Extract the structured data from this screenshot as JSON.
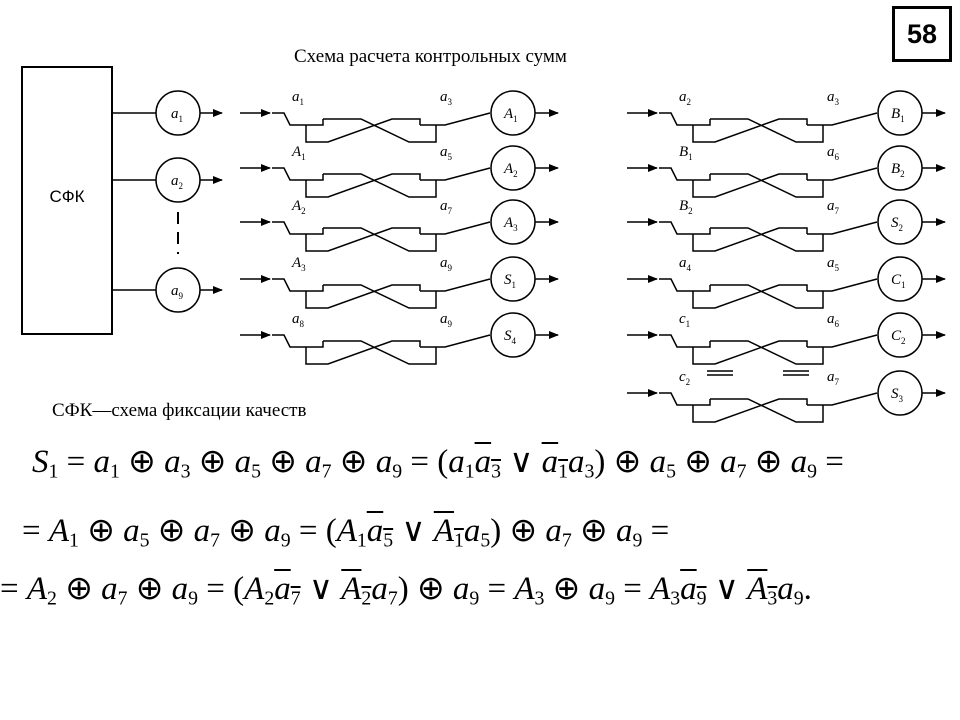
{
  "page_number": "58",
  "title": "Схема расчета контрольных сумм",
  "sfk_label": "СФК",
  "legend": "СФК—схема фиксации качеств",
  "sfk_inputs": [
    {
      "base": "a",
      "sub": "1"
    },
    {
      "base": "a",
      "sub": "2"
    },
    {
      "base": "a",
      "sub": "9"
    }
  ],
  "left_cells": [
    {
      "in": {
        "base": "a",
        "sub": "1"
      },
      "ctrl": {
        "base": "a",
        "sub": "3"
      },
      "out": {
        "base": "A",
        "sub": "1"
      }
    },
    {
      "in": {
        "base": "A",
        "sub": "1"
      },
      "ctrl": {
        "base": "a",
        "sub": "5"
      },
      "out": {
        "base": "A",
        "sub": "2"
      }
    },
    {
      "in": {
        "base": "A",
        "sub": "2"
      },
      "ctrl": {
        "base": "a",
        "sub": "7"
      },
      "out": {
        "base": "A",
        "sub": "3"
      }
    },
    {
      "in": {
        "base": "A",
        "sub": "3"
      },
      "ctrl": {
        "base": "a",
        "sub": "9"
      },
      "out": {
        "base": "S",
        "sub": "1"
      }
    },
    {
      "in": {
        "base": "a",
        "sub": "8"
      },
      "ctrl": {
        "base": "a",
        "sub": "9"
      },
      "out": {
        "base": "S",
        "sub": "4"
      }
    }
  ],
  "right_cells": [
    {
      "in": {
        "base": "a",
        "sub": "2"
      },
      "ctrl": {
        "base": "a",
        "sub": "3"
      },
      "out": {
        "base": "B",
        "sub": "1"
      }
    },
    {
      "in": {
        "base": "B",
        "sub": "1"
      },
      "ctrl": {
        "base": "a",
        "sub": "6"
      },
      "out": {
        "base": "B",
        "sub": "2"
      }
    },
    {
      "in": {
        "base": "B",
        "sub": "2"
      },
      "ctrl": {
        "base": "a",
        "sub": "7"
      },
      "out": {
        "base": "S",
        "sub": "2"
      }
    },
    {
      "in": {
        "base": "a",
        "sub": "4"
      },
      "ctrl": {
        "base": "a",
        "sub": "5"
      },
      "out": {
        "base": "C",
        "sub": "1"
      }
    },
    {
      "in": {
        "base": "c",
        "sub": "1"
      },
      "ctrl": {
        "base": "a",
        "sub": "6"
      },
      "out": {
        "base": "C",
        "sub": "2"
      }
    },
    {
      "in": {
        "base": "c",
        "sub": "2"
      },
      "ctrl": {
        "base": "a",
        "sub": "7"
      },
      "out": {
        "base": "S",
        "sub": "3"
      }
    }
  ],
  "formulas": [
    [
      {
        "t": "v",
        "b": "S",
        "s": "1"
      },
      {
        "t": "o",
        "x": " = "
      },
      {
        "t": "v",
        "b": "a",
        "s": "1"
      },
      {
        "t": "o",
        "x": " ⊕ "
      },
      {
        "t": "v",
        "b": "a",
        "s": "3"
      },
      {
        "t": "o",
        "x": " ⊕ "
      },
      {
        "t": "v",
        "b": "a",
        "s": "5"
      },
      {
        "t": "o",
        "x": " ⊕ "
      },
      {
        "t": "v",
        "b": "a",
        "s": "7"
      },
      {
        "t": "o",
        "x": " ⊕ "
      },
      {
        "t": "v",
        "b": "a",
        "s": "9"
      },
      {
        "t": "o",
        "x": " = ("
      },
      {
        "t": "v",
        "b": "a",
        "s": "1"
      },
      {
        "t": "v",
        "b": "a",
        "s": "3",
        "bar": true
      },
      {
        "t": "o",
        "x": " ∨ "
      },
      {
        "t": "v",
        "b": "a",
        "s": "1",
        "bar": true
      },
      {
        "t": "v",
        "b": "a",
        "s": "3"
      },
      {
        "t": "o",
        "x": ") ⊕ "
      },
      {
        "t": "v",
        "b": "a",
        "s": "5"
      },
      {
        "t": "o",
        "x": " ⊕ "
      },
      {
        "t": "v",
        "b": "a",
        "s": "7"
      },
      {
        "t": "o",
        "x": " ⊕ "
      },
      {
        "t": "v",
        "b": "a",
        "s": "9"
      },
      {
        "t": "o",
        "x": " ="
      }
    ],
    [
      {
        "t": "o",
        "x": "= "
      },
      {
        "t": "v",
        "b": "A",
        "s": "1"
      },
      {
        "t": "o",
        "x": " ⊕ "
      },
      {
        "t": "v",
        "b": "a",
        "s": "5"
      },
      {
        "t": "o",
        "x": " ⊕ "
      },
      {
        "t": "v",
        "b": "a",
        "s": "7"
      },
      {
        "t": "o",
        "x": " ⊕ "
      },
      {
        "t": "v",
        "b": "a",
        "s": "9"
      },
      {
        "t": "o",
        "x": " = ("
      },
      {
        "t": "v",
        "b": "A",
        "s": "1"
      },
      {
        "t": "v",
        "b": "a",
        "s": "5",
        "bar": true
      },
      {
        "t": "o",
        "x": " ∨ "
      },
      {
        "t": "v",
        "b": "A",
        "s": "1",
        "bar": true
      },
      {
        "t": "v",
        "b": "a",
        "s": "5"
      },
      {
        "t": "o",
        "x": ") ⊕ "
      },
      {
        "t": "v",
        "b": "a",
        "s": "7"
      },
      {
        "t": "o",
        "x": " ⊕ "
      },
      {
        "t": "v",
        "b": "a",
        "s": "9"
      },
      {
        "t": "o",
        "x": " ="
      }
    ],
    [
      {
        "t": "o",
        "x": "= "
      },
      {
        "t": "v",
        "b": "A",
        "s": "2"
      },
      {
        "t": "o",
        "x": " ⊕ "
      },
      {
        "t": "v",
        "b": "a",
        "s": "7"
      },
      {
        "t": "o",
        "x": " ⊕ "
      },
      {
        "t": "v",
        "b": "a",
        "s": "9"
      },
      {
        "t": "o",
        "x": " = ("
      },
      {
        "t": "v",
        "b": "A",
        "s": "2"
      },
      {
        "t": "v",
        "b": "a",
        "s": "7",
        "bar": true
      },
      {
        "t": "o",
        "x": " ∨ "
      },
      {
        "t": "v",
        "b": "A",
        "s": "2",
        "bar": true
      },
      {
        "t": "v",
        "b": "a",
        "s": "7"
      },
      {
        "t": "o",
        "x": ") ⊕ "
      },
      {
        "t": "v",
        "b": "a",
        "s": "9"
      },
      {
        "t": "o",
        "x": " = "
      },
      {
        "t": "v",
        "b": "A",
        "s": "3"
      },
      {
        "t": "o",
        "x": " ⊕ "
      },
      {
        "t": "v",
        "b": "a",
        "s": "9"
      },
      {
        "t": "o",
        "x": " = "
      },
      {
        "t": "v",
        "b": "A",
        "s": "3"
      },
      {
        "t": "v",
        "b": "a",
        "s": "9",
        "bar": true
      },
      {
        "t": "o",
        "x": " ∨ "
      },
      {
        "t": "v",
        "b": "A",
        "s": "3",
        "bar": true
      },
      {
        "t": "v",
        "b": "a",
        "s": "9"
      },
      {
        "t": "o",
        "x": "."
      }
    ]
  ]
}
